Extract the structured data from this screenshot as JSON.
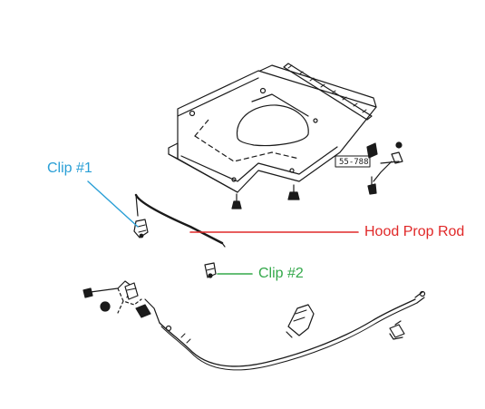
{
  "callouts": {
    "clip1": {
      "label": "Clip #1",
      "color": "#2a9fd6"
    },
    "clip2": {
      "label": "Clip #2",
      "color": "#33a84a"
    },
    "prop_rod": {
      "label": "Hood Prop Rod",
      "color": "#e02828"
    }
  },
  "part_number_tag": "55-788",
  "line_color": "#1a1a1a"
}
